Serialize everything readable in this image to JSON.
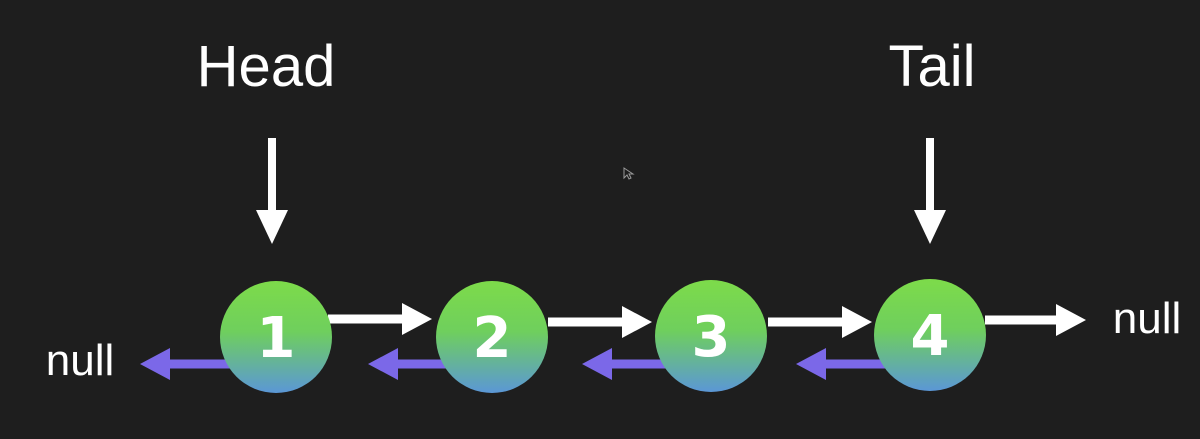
{
  "labels": {
    "head": "Head",
    "tail": "Tail"
  },
  "nodes": [
    {
      "value": "1"
    },
    {
      "value": "2"
    },
    {
      "value": "3"
    },
    {
      "value": "4"
    }
  ],
  "null_left": "null",
  "null_right": "null",
  "colors": {
    "background": "#1e1e1e",
    "next_arrow": "#ffffff",
    "prev_arrow": "#7b68e8",
    "node_gradient_top": "#7ddb4a",
    "node_gradient_bottom": "#5b97d6",
    "text": "#ffffff"
  },
  "cursor_icon": "mouse-pointer-icon"
}
